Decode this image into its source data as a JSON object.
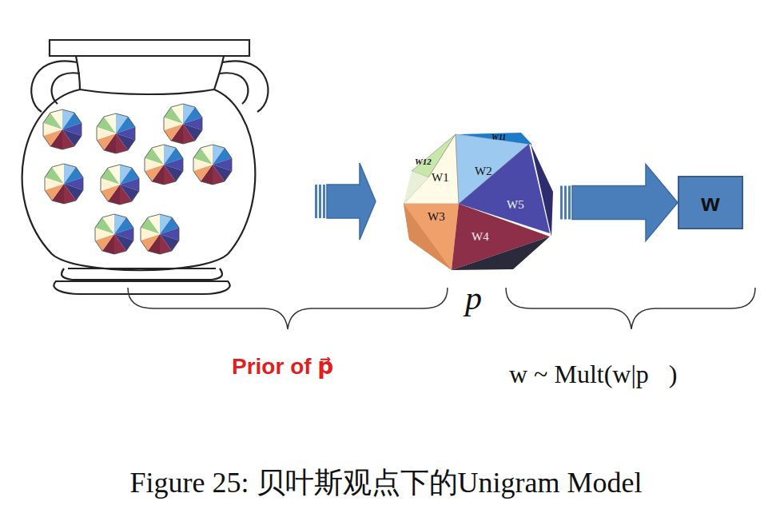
{
  "diagram": {
    "caption": "Figure 25: 贝叶斯观点下的Unigram Model",
    "nodes": [
      {
        "text": [
          "W12",
          "W1",
          "W2",
          "W11",
          "W5",
          "W3",
          "W4"
        ]
      },
      {
        "text": [
          "w"
        ]
      }
    ],
    "edges": [
      {
        "from": 0,
        "to": 1,
        "arrow": "to"
      }
    ],
    "labels": [
      "p⃗",
      "Prior of p⃗",
      "w ~ Mult(w|p⃗)"
    ]
  }
}
